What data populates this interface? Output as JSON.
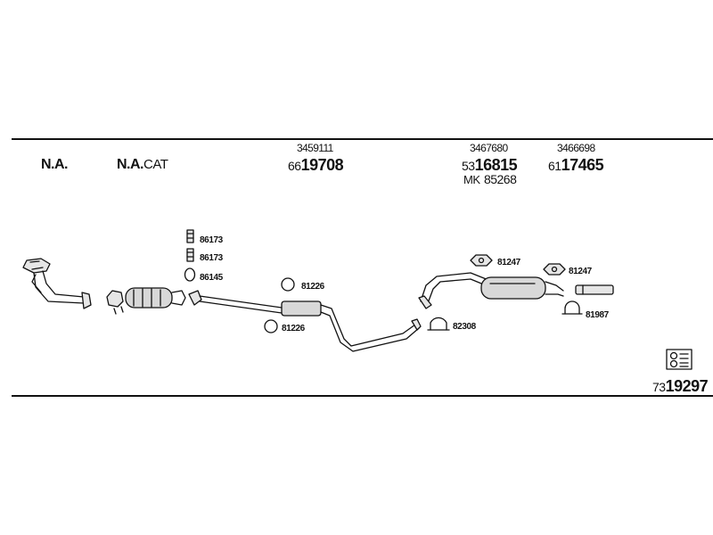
{
  "top_labels": {
    "na": "N.A.",
    "na_cat_prefix": "N.A.",
    "na_cat_suffix": "CAT"
  },
  "components": [
    {
      "ref": "3459111",
      "prefix": "66",
      "number": "19708"
    },
    {
      "ref": "3467680",
      "prefix": "53",
      "number": "16815",
      "extra_prefix": "MK",
      "extra_number": "85268"
    },
    {
      "ref": "3466698",
      "prefix": "61",
      "number": "17465"
    }
  ],
  "part_labels": {
    "p1": "86173",
    "p2": "86173",
    "p3": "86145",
    "p4": "81226",
    "p5": "81226",
    "p6": "81247",
    "p7": "81247",
    "p8": "82308",
    "p9": "81987"
  },
  "kit": {
    "prefix": "73",
    "number": "19297"
  },
  "colors": {
    "line": "#111111",
    "fill": "#d8d8d8",
    "background": "#ffffff"
  },
  "icons": {
    "kit_icon": "fitting-kit-icon"
  }
}
